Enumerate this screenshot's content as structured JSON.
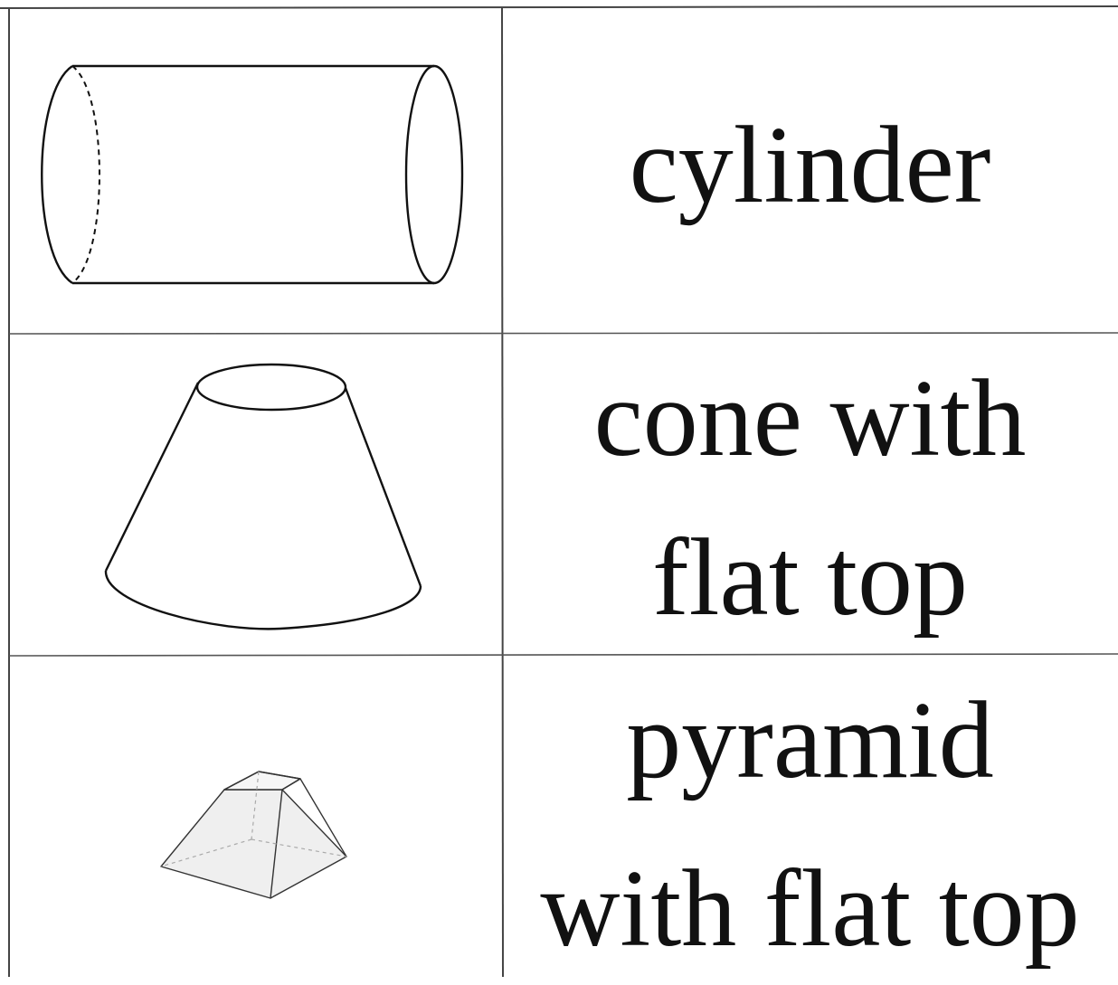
{
  "cards": [
    {
      "shape": "cylinder-icon",
      "label_lines": [
        "cylinder"
      ]
    },
    {
      "shape": "truncated-cone-icon",
      "label_lines": [
        "cone with",
        "flat top"
      ]
    },
    {
      "shape": "truncated-pyramid-icon",
      "label_lines": [
        "pyramid",
        "with flat top"
      ]
    }
  ],
  "colors": {
    "ink": "#111111",
    "grid": "#444444",
    "pyramid_fill": "#efefef"
  }
}
